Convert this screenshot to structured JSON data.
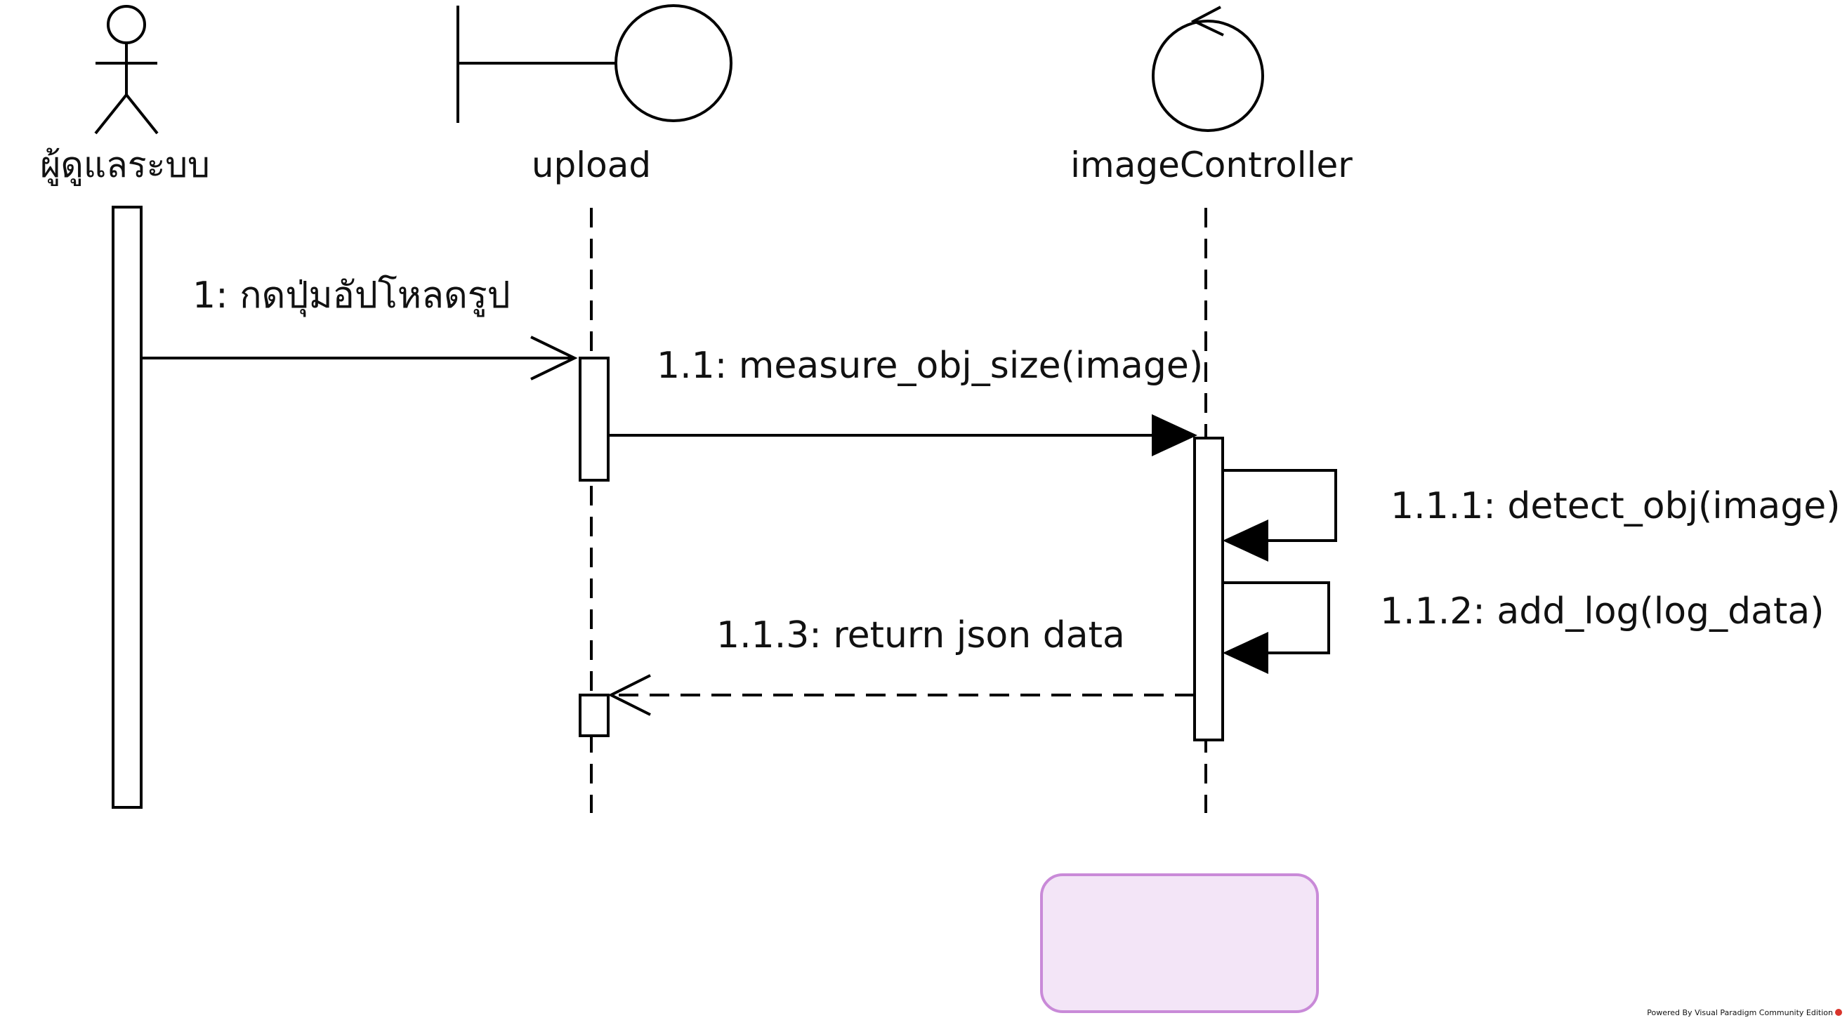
{
  "diagram": {
    "participants": [
      {
        "id": "admin",
        "kind": "actor",
        "label": "ผู้ดูแลระบบ"
      },
      {
        "id": "upload",
        "kind": "boundary",
        "label": "upload"
      },
      {
        "id": "imageController",
        "kind": "control",
        "label": "imageController"
      }
    ],
    "messages": [
      {
        "id": "m1",
        "label": "1: กดปุ่มอัปโหลดรูป",
        "from": "admin",
        "to": "upload",
        "style": "open-arrow"
      },
      {
        "id": "m11",
        "label": "1.1: measure_obj_size(image)",
        "from": "upload",
        "to": "imageController",
        "style": "filled-arrow"
      },
      {
        "id": "m111",
        "label": "1.1.1: detect_obj(image)",
        "from": "imageController",
        "to": "imageController",
        "style": "self-call"
      },
      {
        "id": "m112",
        "label": "1.1.2: add_log(log_data)",
        "from": "imageController",
        "to": "imageController",
        "style": "self-call"
      },
      {
        "id": "m113",
        "label": "1.1.3: return json data",
        "from": "imageController",
        "to": "upload",
        "style": "return-dashed"
      }
    ],
    "note_fill": "#f3e5f7",
    "note_border": "#c98ad8",
    "watermark": "Powered By Visual Paradigm Community Edition"
  }
}
